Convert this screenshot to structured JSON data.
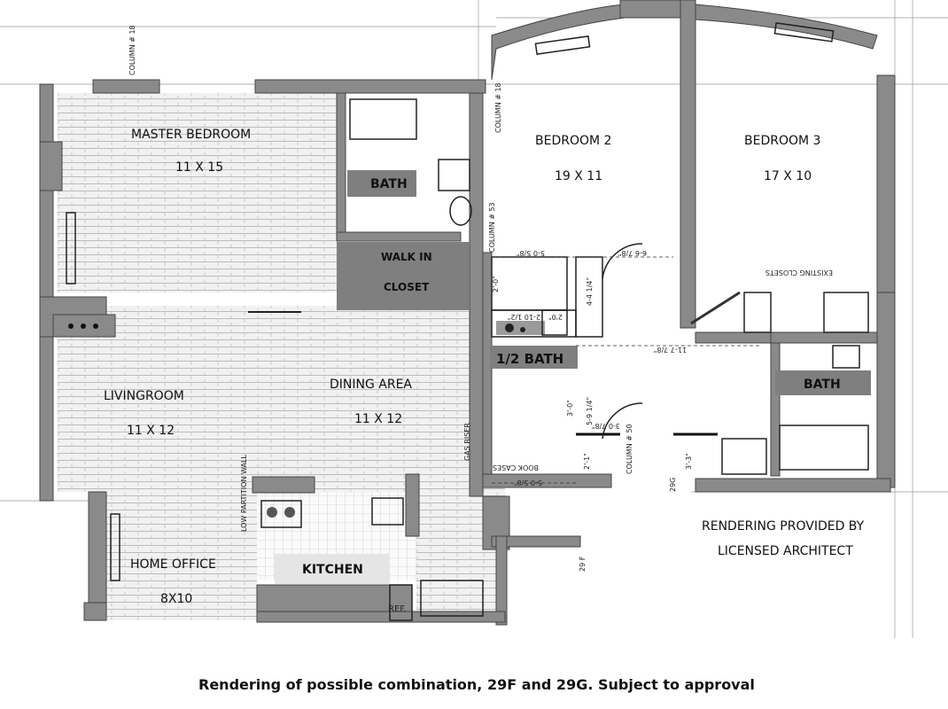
{
  "rooms": {
    "master_bedroom": {
      "name": "MASTER BEDROOM",
      "size": "11 X 15"
    },
    "bath_master": {
      "name": "BATH"
    },
    "walk_in_closet": {
      "line1": "WALK IN",
      "line2": "CLOSET"
    },
    "bedroom2": {
      "name": "BEDROOM 2",
      "size": "19 X 11"
    },
    "bedroom3": {
      "name": "BEDROOM 3",
      "size": "17 X 10"
    },
    "half_bath": {
      "name": "1/2 BATH"
    },
    "bath_right": {
      "name": "BATH"
    },
    "livingroom": {
      "name": "LIVINGROOM",
      "size": "11 X 12"
    },
    "dining_area": {
      "name": "DINING AREA",
      "size": "11 X 12"
    },
    "home_office": {
      "name": "HOME OFFICE",
      "size": "8X10"
    },
    "kitchen": {
      "name": "KITCHEN"
    },
    "ref": "REF."
  },
  "small_labels": {
    "column18_top": "COLUMN # 18",
    "column18_right": "COLUMN # 18",
    "column53": "COLUMN # 53",
    "column50": "COLUMN # 50",
    "book_cases": "BOOK CASES",
    "existing_closets": "EXISTING CLOSETS",
    "gas_riser": "GAS RISER",
    "low_partition_wall": "LOW PARTITION WALL",
    "unit_29f": "29 F",
    "unit_29g": "29G",
    "dims": [
      "5-0 5/8\"",
      "6-6 7/8\"",
      "2-10 1/2\"",
      "2'0\"",
      "11-7 7/8\"",
      "5-9 1/4\"",
      "3-0 7/8\"",
      "5-0 5/8\"",
      "4-4 1/4\"",
      "3'-0\"",
      "2'-1\"",
      "3'-3\"",
      "2'-0\""
    ]
  },
  "note": {
    "line1": "RENDERING PROVIDED BY",
    "line2": "LICENSED ARCHITECT"
  },
  "caption": "Rendering of possible combination, 29F and 29G. Subject to approval"
}
